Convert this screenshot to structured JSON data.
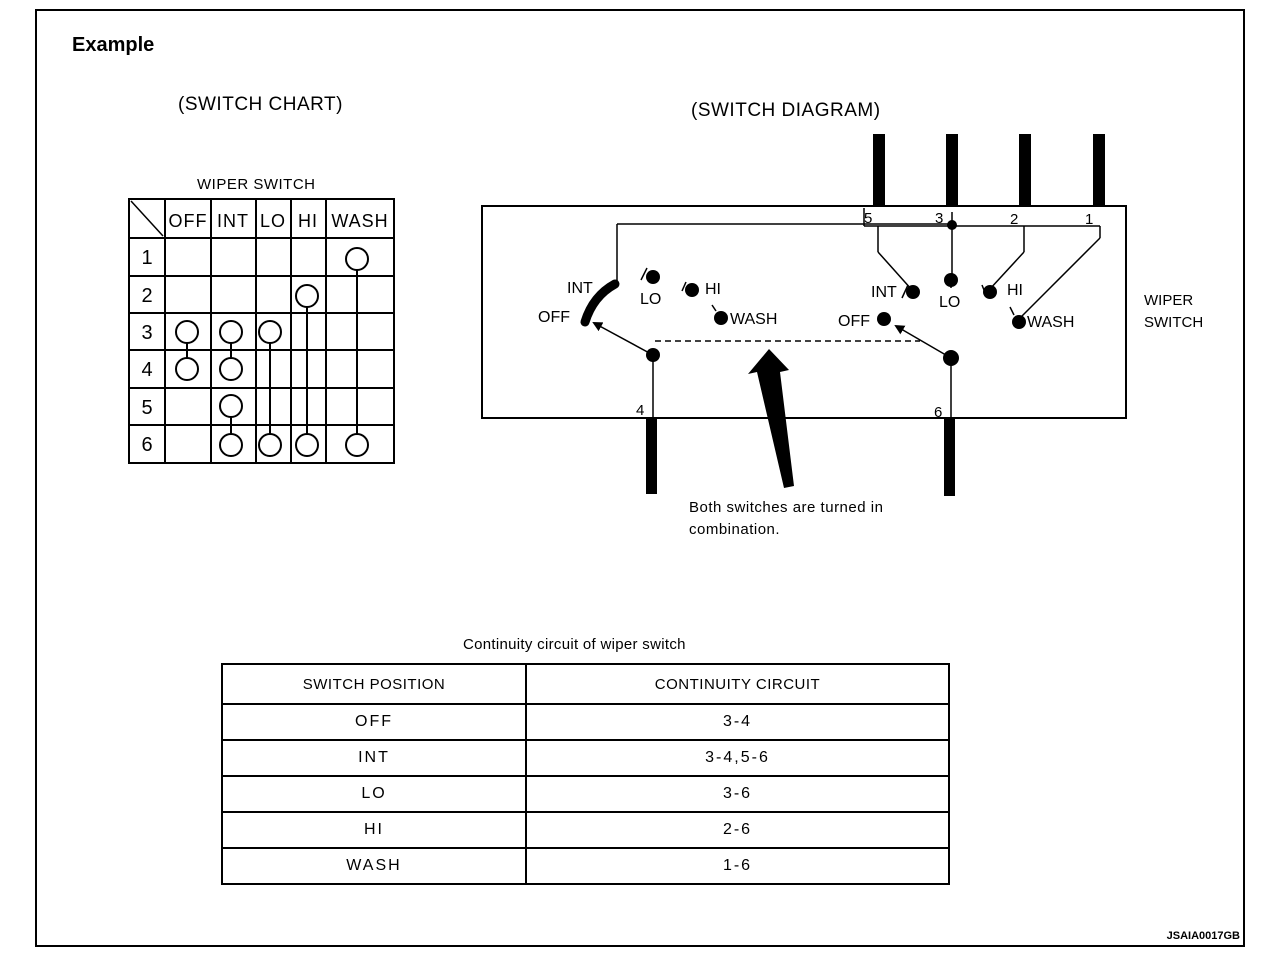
{
  "heading": "Example",
  "switch_chart": {
    "title": "(SWITCH CHART)",
    "caption": "WIPER SWITCH",
    "columns": [
      "OFF",
      "INT",
      "LO",
      "HI",
      "WASH"
    ],
    "rows": [
      "1",
      "2",
      "3",
      "4",
      "5",
      "6"
    ],
    "connections": [
      {
        "column": "OFF",
        "terminals": [
          "3",
          "4"
        ]
      },
      {
        "column": "INT",
        "terminals": [
          "3",
          "4"
        ]
      },
      {
        "column": "INT",
        "terminals": [
          "5",
          "6"
        ]
      },
      {
        "column": "LO",
        "terminals": [
          "3",
          "6"
        ]
      },
      {
        "column": "HI",
        "terminals": [
          "2",
          "6"
        ]
      },
      {
        "column": "WASH",
        "terminals": [
          "1",
          "6"
        ]
      }
    ]
  },
  "switch_diagram": {
    "title": "(SWITCH DIAGRAM)",
    "switch_label_line1": "WIPER",
    "switch_label_line2": "SWITCH",
    "terminals": [
      "5",
      "3",
      "2",
      "1",
      "4",
      "6"
    ],
    "left_positions": {
      "int": "INT",
      "lo": "LO",
      "hi": "HI",
      "off": "OFF",
      "wash": "WASH"
    },
    "right_positions": {
      "int": "INT",
      "lo": "LO",
      "hi": "HI",
      "off": "OFF",
      "wash": "WASH"
    },
    "note_line1": "Both switches are turned in",
    "note_line2": "combination."
  },
  "continuity": {
    "caption": "Continuity circuit of wiper switch",
    "headers": [
      "SWITCH POSITION",
      "CONTINUITY CIRCUIT"
    ],
    "rows": [
      {
        "position": "OFF",
        "circuit": "3-4"
      },
      {
        "position": "INT",
        "circuit": "3-4,5-6"
      },
      {
        "position": "LO",
        "circuit": "3-6"
      },
      {
        "position": "HI",
        "circuit": "2-6"
      },
      {
        "position": "WASH",
        "circuit": "1-6"
      }
    ]
  },
  "figure_code": "JSAIA0017GB"
}
